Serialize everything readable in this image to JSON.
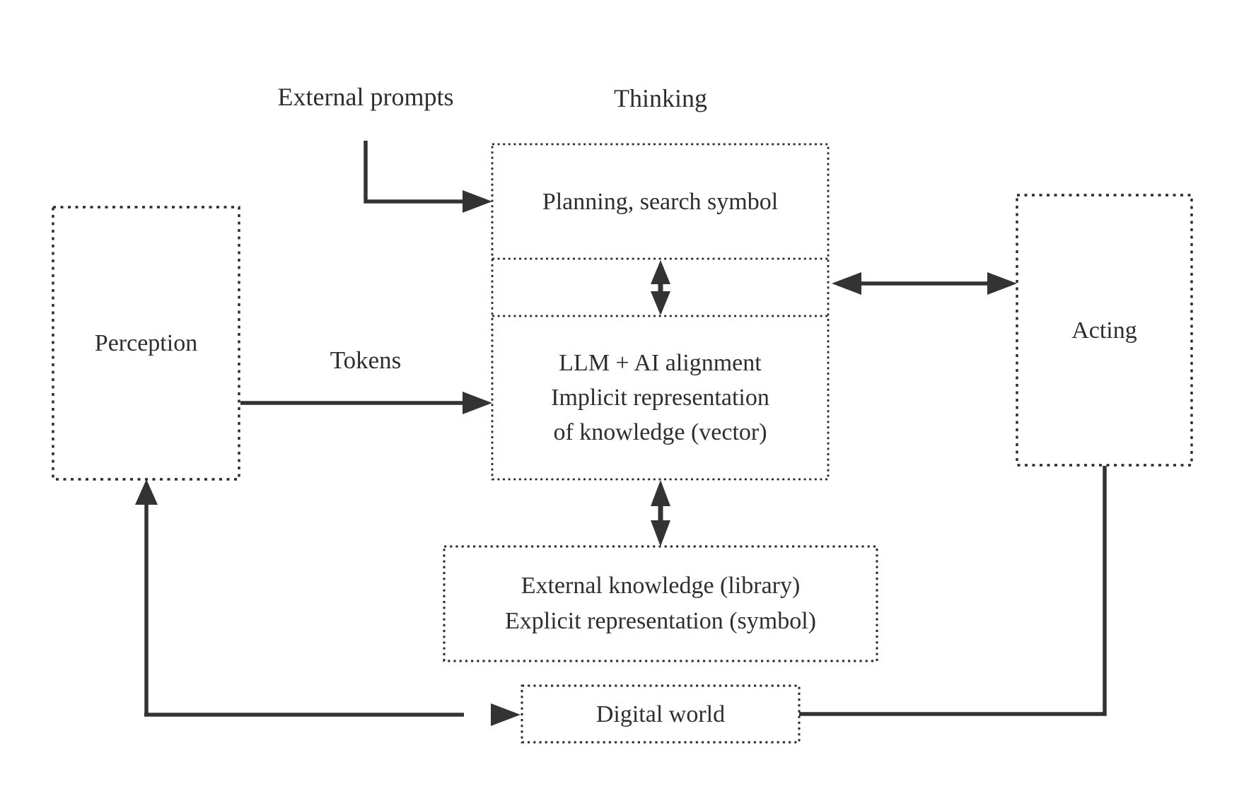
{
  "diagram": {
    "labels": {
      "external_prompts": "External prompts",
      "thinking": "Thinking",
      "tokens": "Tokens"
    },
    "nodes": {
      "perception": {
        "label": "Perception"
      },
      "planning": {
        "label": "Planning, search symbol"
      },
      "llm": {
        "line1": "LLM + AI alignment",
        "line2": "Implicit representation",
        "line3": "of knowledge (vector)"
      },
      "acting": {
        "label": "Acting"
      },
      "external_knowledge": {
        "line1": "External knowledge (library)",
        "line2": "Explicit representation (symbol)"
      },
      "digital_world": {
        "label": "Digital world"
      }
    },
    "colors": {
      "ink": "#2e2e2e",
      "border": "#2a2a2a",
      "background": "#ffffff"
    }
  }
}
